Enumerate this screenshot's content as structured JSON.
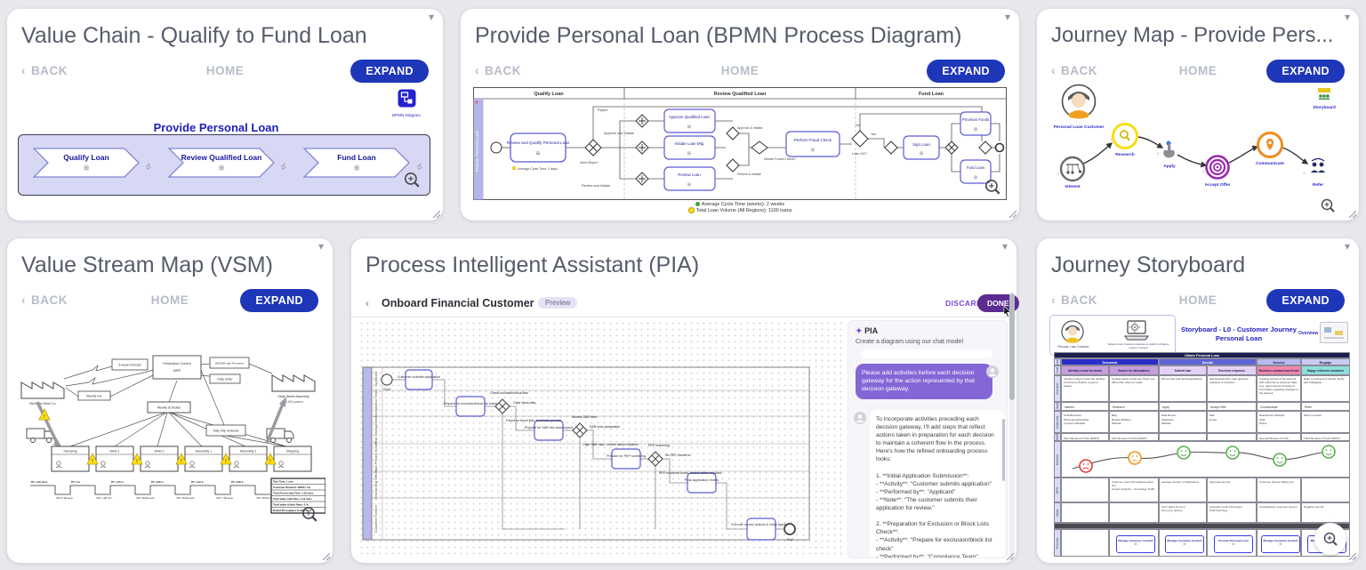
{
  "cards": {
    "value_chain": {
      "title": "Value Chain - Qualify to Fund Loan",
      "back_label": "BACK",
      "home_label": "HOME",
      "expand_label": "EXPAND",
      "tool_label": "BPMN Diagram",
      "diagram_title": "Provide Personal Loan",
      "steps": [
        {
          "label": "Qualify Loan"
        },
        {
          "label": "Review Qualified Loan"
        },
        {
          "label": "Fund Loan"
        }
      ]
    },
    "bpmn": {
      "title": "Provide Personal Loan (BPMN Process Diagram)",
      "back_label": "BACK",
      "home_label": "HOME",
      "expand_label": "EXPAND",
      "pool_label": "Provide Personal Loan",
      "lane_headers": [
        "Qualify Loan",
        "Review Qualified Loan",
        "Fund Loan"
      ],
      "tasks": {
        "t1": "Review and Qualify Personal Loan",
        "t2": "Approve Qualified Loan",
        "t3": "Initiate Loan Mtg",
        "t4": "Review Loan",
        "t5": "Perform Fraud Check",
        "t6": "Sign Loan",
        "t7": "Provision Funds",
        "t8": "Fund Loan"
      },
      "labels": {
        "reject": "Reject",
        "approve_initiate": "Approve and Initiate",
        "next_steps": "Next Steps?",
        "approve_and": "Approve & Initiate",
        "review_and": "Review & Initiate",
        "review_initiate": "Review and Initiate",
        "needs_check": "Needs Fraud Check?",
        "yes": "Yes",
        "no": "No",
        "loan_ok": "Loan OK?",
        "cycle_note": "Average Cycle Time: 2 days"
      },
      "annotations": [
        {
          "text": "Average Cycle Time (weeks): 2 weeks"
        },
        {
          "text": "Total Loan Volume (All Regions): 1100 loans"
        }
      ]
    },
    "journey_map": {
      "title": "Journey Map - Provide Pers...",
      "back_label": "BACK",
      "home_label": "HOME",
      "expand_label": "EXPAND",
      "persona_label": "Personal Loan Customer",
      "storyboard_label": "Storyboard",
      "steps": [
        {
          "label": "Interest"
        },
        {
          "label": "Research"
        },
        {
          "label": "Apply"
        },
        {
          "label": "Accept Offer"
        },
        {
          "label": "Communicate"
        },
        {
          "label": "Refer"
        }
      ]
    },
    "vsm": {
      "title": "Value Stream Map (VSM)",
      "back_label": "BACK",
      "home_label": "HOME",
      "expand_label": "EXPAND",
      "left_factory": "Michigan Steel Co",
      "right_factory": "State Street Assembly",
      "right_factory_sub": "18,400 pcs/mo",
      "boxes": {
        "forecast": "6-week Forecast",
        "mrp1": "Production Control",
        "mrp2": "MRP",
        "forecasts": "90/60/30 day Forecasts",
        "daily_order": "Daily Order",
        "weekly_fax": "Weekly Fax",
        "weekly_schedule": "Weekly Schedule",
        "daily_ship": "Daily Ship Schedule"
      },
      "processes": [
        {
          "name": "Stamping"
        },
        {
          "name": "Weld 1"
        },
        {
          "name": "Weld 2"
        },
        {
          "name": "Assembly 1"
        },
        {
          "name": "Assembly 2"
        },
        {
          "name": "Shipping"
        }
      ],
      "timeline": [
        {
          "pt": "PT: 1.00 mins",
          "vat": "VAT: 0.00 secs"
        },
        {
          "pt": "PT: 1 hr",
          "vat": "VAT: 1.00 min"
        },
        {
          "pt": "PT: 1.05 d",
          "vat": "VAT: 39.00 secs"
        },
        {
          "pt": "PT: 2.66 d",
          "vat": "VAT: 46.00 secs"
        },
        {
          "pt": "PT: 1.03 d",
          "vat": "VAT: 7.00 secs"
        },
        {
          "pt": "PT: 2.08 d",
          "vat": "VAT: 45.00 secs"
        }
      ],
      "stats": [
        "Takt Time: 1 min",
        "Customer Demand: 18400 / mo",
        "Total Processing Time: 1.18 mins",
        "Total Value Add Time: 1.13 mins",
        "Total Value-Added Ratio: 0 %",
        "Rolled Throughput Yield: 100 %"
      ]
    },
    "pia": {
      "title": "Process Intelligent Assistant (PIA)",
      "doc_title": "Onboard Financial Customer",
      "preview_badge": "Preview",
      "discard_label": "DISCARD",
      "done_label": "DONE",
      "lanes": [
        "Applicant",
        "Compliance Team",
        "Risk Management",
        "Data Privacy Board",
        "Onboarding Officer",
        "Customer Service"
      ],
      "nodes": {
        "start": "Start",
        "end": "End",
        "task1": "Customer submits application",
        "task2": "Prepare for exclusion/block list check",
        "task3": "Prepare for S&B risk assessment",
        "task4": "Prepare for PEP screening",
        "task5": "Final application review",
        "task6": "Execute control actions & notify applicant"
      },
      "labels": {
        "g1_above": "Check exclusion/block lists",
        "g1_right": "Clear block lists",
        "g1_below": "Found on block lists, terminate process",
        "g2_above": "Assess S&B risks",
        "g2_right": "S&B risks acceptable",
        "g2_below": "High S&B risks, control action required",
        "g3_above": "PEP screening",
        "g3_right": "No PEP concerns",
        "g3_below": "PEP concerns found, control action required"
      },
      "chat": {
        "header": "PIA",
        "subheader": "Create a diagram using our chat model",
        "user_message": "Please add activities before each decision gateway for the action represented by that decision gateway.",
        "assistant_message": "To incorporate activities preceding each decision gateway, I'll add steps that reflect actions taken in preparation for each decision to maintain a coherent flow in the process. Here's how the refined onboarding process looks:\n\n1. **Initial Application Submission**:\n  - **Activity**: \"Customer submits application\"\n  - **Performed by**: \"Applicant\"\n  - **Note**: \"The customer submits their application for review.\"\n\n2. **Preparation for Exclusion or Block Lists Check**:\n  - **Activity**: \"Prepare for exclusion/block list check\"\n  - **Performed by**: \"Compliance Team\"\n  - **Note**: \"Collect necessary documents and inputs for exclusion/block list screening.\""
      }
    },
    "storyboard": {
      "title": "Journey Storyboard",
      "back_label": "BACK",
      "home_label": "HOME",
      "expand_label": "EXPAND",
      "persona_caption": "Persona: Loan Customer",
      "solution_caption": "Solution tool: Customer decides to switch to finance a goal or project",
      "board_title": "Storyboard - L0 - Customer Journey Personal Loan",
      "overview_label": "Overview",
      "table": {
        "main_header": "Obtain Personal Loan",
        "groups": [
          {
            "label": "Demands"
          },
          {
            "label": "Decide"
          },
          {
            "label": "Service"
          },
          {
            "label": "Engage"
          }
        ],
        "row_labels": [
          "Phase",
          "Goal",
          "Scenario",
          "Step",
          "Channels",
          "MOT",
          "Emotion",
          "KPIs",
          "Ideas",
          "Process"
        ],
        "columns": [
          {
            "header": "Identify a need for funds",
            "scenario": "Intention raised: Customer decides to borrow to finance a goal or project",
            "step": "Interest",
            "channels": "Chat   Branches\nPhone   Email/Contact\nIn person   Website",
            "mot": "Zero Moment of Truth (ZMOT)",
            "kpi": "",
            "idea": "",
            "process": "",
            "emotion": "sad"
          },
          {
            "header": "Search for alternatives",
            "scenario": "Contact banks to find out if there are offers that meet my needs",
            "step": "Research",
            "channels": "Blog\nReview Platform\nWebsite",
            "mot": "First Moment of Truth (FMOT)",
            "kpi": "Customer visits with followup action (%)\nGoogle Analytics - Homepage Traffic",
            "idea": "",
            "process": "Manage Customer Contact",
            "emotion": "neutral"
          },
          {
            "header": "Submit loan",
            "scenario": "Fill out loan and submit application",
            "step": "Apply",
            "channels": "Data Rooms\nTelephone\nWebsite",
            "mot": "",
            "kpi": "Average number of applications",
            "idea": "Form takes too long\nToo many options",
            "process": "Manage Customer Contact",
            "emotion": "happy"
          },
          {
            "header": "Receives response",
            "scenario": "Has financial plan; loan approval response is received",
            "step": "Accept Offer",
            "channels": "Mail\nE-App",
            "mot": "",
            "kpi": "Approval rate (%)",
            "idea": "Uncertain credit information\nTotal fraud flag",
            "process": "Provide Personal Loan",
            "emotion": "happy"
          },
          {
            "header": "Receives contract and funds",
            "scenario": "Ongoing service of the account with reference to customer data (e.g. payments) and receipt of information regarding changes to the account",
            "step": "Communicate",
            "channels": "Data Rooms   Website\nChat\nPhone",
            "mot": "Second Moment of Truth (SMOT)",
            "kpi": "Customer Service Rating (%)",
            "idea": "Unsatisfactory customer service",
            "process": "Manage Customer Contact",
            "emotion": "happy"
          },
          {
            "header": "Happy reference customer",
            "scenario": "Refer to business & friends, family and colleagues",
            "step": "Refer",
            "channels": "Word of mouth",
            "mot": "Third Moment of Truth (TMOT)",
            "kpi": "",
            "idea": "Negative referral",
            "process": "Manage Loyalty Program",
            "emotion": "happy"
          }
        ]
      }
    }
  },
  "colors": {
    "accent": "#1e36b8",
    "blue_text": "#2020c4",
    "purple_bubble": "#8566d6",
    "done_purple": "#5c2c91"
  }
}
